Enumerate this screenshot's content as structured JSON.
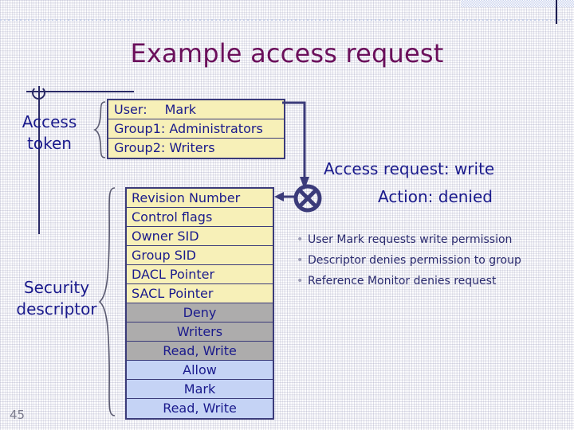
{
  "slide": {
    "title": "Example access request",
    "page_number": "45"
  },
  "access_token": {
    "label": "Access\ntoken",
    "label_line1": "Access",
    "label_line2": "token",
    "rows": [
      {
        "key": "User:",
        "value": "Mark"
      },
      {
        "key": "Group1:",
        "value": "Administrators"
      },
      {
        "key": "Group2:",
        "value": "Writers"
      }
    ]
  },
  "security_descriptor": {
    "label_line1": "Security",
    "label_line2": "descriptor",
    "rows": [
      {
        "text": "Revision Number",
        "kind": "header"
      },
      {
        "text": "Control flags",
        "kind": "header"
      },
      {
        "text": "Owner SID",
        "kind": "header"
      },
      {
        "text": "Group SID",
        "kind": "header"
      },
      {
        "text": "DACL Pointer",
        "kind": "header"
      },
      {
        "text": "SACL Pointer",
        "kind": "header"
      },
      {
        "text": "Deny",
        "kind": "deny"
      },
      {
        "text": "Writers",
        "kind": "deny"
      },
      {
        "text": "Read, Write",
        "kind": "deny"
      },
      {
        "text": "Allow",
        "kind": "allow"
      },
      {
        "text": "Mark",
        "kind": "allow"
      },
      {
        "text": "Read, Write",
        "kind": "allow"
      }
    ]
  },
  "result": {
    "request_line": "Access request: write",
    "action_line": "Action: denied",
    "bullets": [
      "User Mark requests write permission",
      "Descriptor denies permission to group",
      "Reference Monitor denies request"
    ],
    "bullet_glyph": "•"
  },
  "icons": {
    "reference_monitor": "circled-x-icon"
  },
  "colors": {
    "title": "#6b0f5b",
    "text_blue": "#1a1a8c",
    "token_fill": "#f7f0b8",
    "deny_fill": "#adacac",
    "allow_fill": "#c5d3f5",
    "border": "#3b3b7a",
    "page_number": "#7a7a8c"
  }
}
